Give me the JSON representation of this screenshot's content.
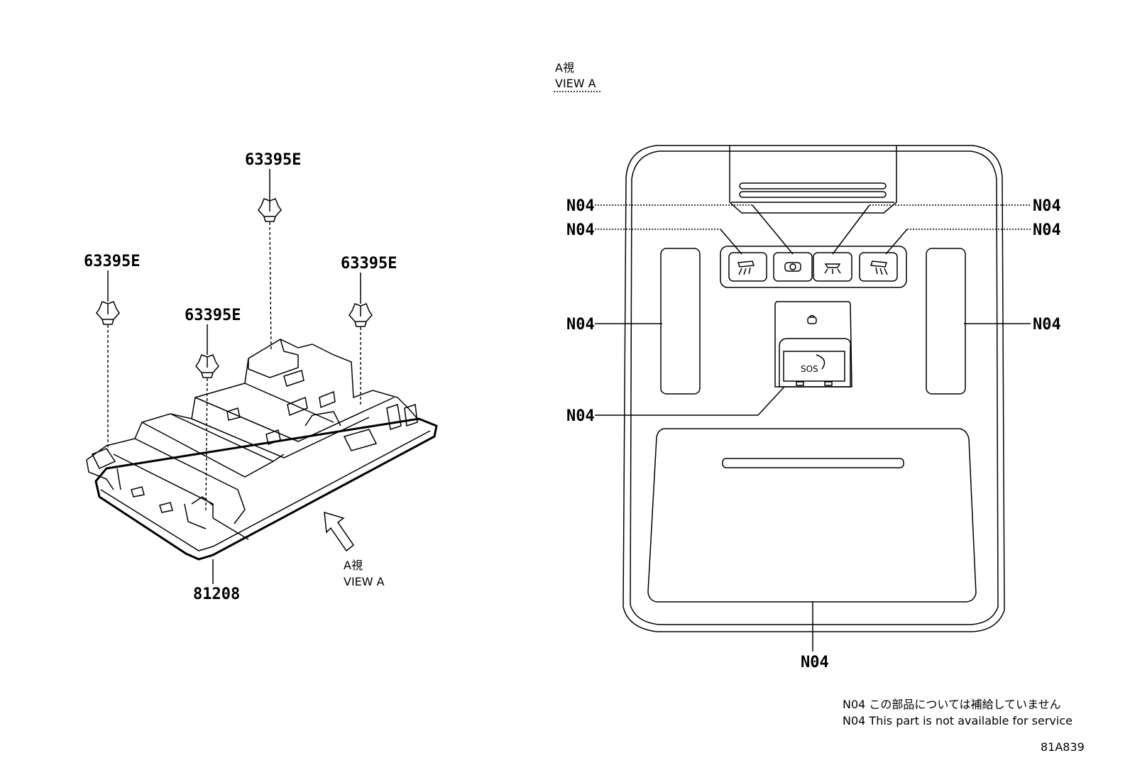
{
  "left_view": {
    "clip_labels": [
      "63395E",
      "63395E",
      "63395E",
      "63395E"
    ],
    "part_label": "81208",
    "view_annotation": {
      "jp": "A視",
      "en": "VIEW A"
    }
  },
  "right_view": {
    "heading": {
      "jp": "A視",
      "en": "VIEW A"
    },
    "callouts": [
      "N04",
      "N04",
      "N04",
      "N04",
      "N04",
      "N04",
      "N04",
      "N04"
    ],
    "sos_text": "SOS"
  },
  "notes": {
    "jp": "N04 この部品については補給していません",
    "en": "N04 This part is not available for service"
  },
  "figure_id": "81A839"
}
